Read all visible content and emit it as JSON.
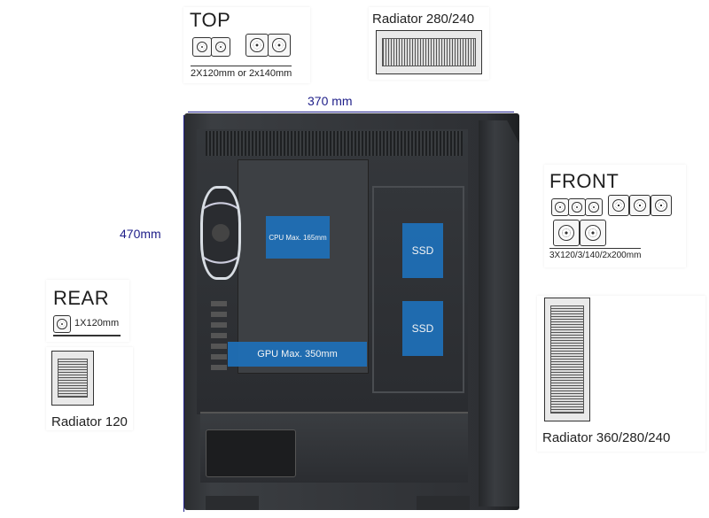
{
  "top": {
    "heading": "TOP",
    "fan_caption": "2X120mm or 2x140mm"
  },
  "top_radiator": {
    "label": "Radiator 280/240"
  },
  "dimensions": {
    "width": "370 mm",
    "height": "470mm"
  },
  "front": {
    "heading": "FRONT",
    "fan_caption": "3X120/3/140/2x200mm"
  },
  "rear": {
    "heading": "REAR",
    "fan_caption": "1X120mm"
  },
  "rear_radiator": {
    "label": "Radiator 120"
  },
  "front_radiator": {
    "label": "Radiator 360/280/240"
  },
  "case": {
    "cpu_label": "CPU Max. 165mm",
    "gpu_label": "GPU Max. 350mm",
    "ssd_1": "SSD",
    "ssd_2": "SSD"
  },
  "colors": {
    "highlight": "#1f6fb6",
    "dimension_text": "#20208a",
    "case": "#2e3034"
  }
}
